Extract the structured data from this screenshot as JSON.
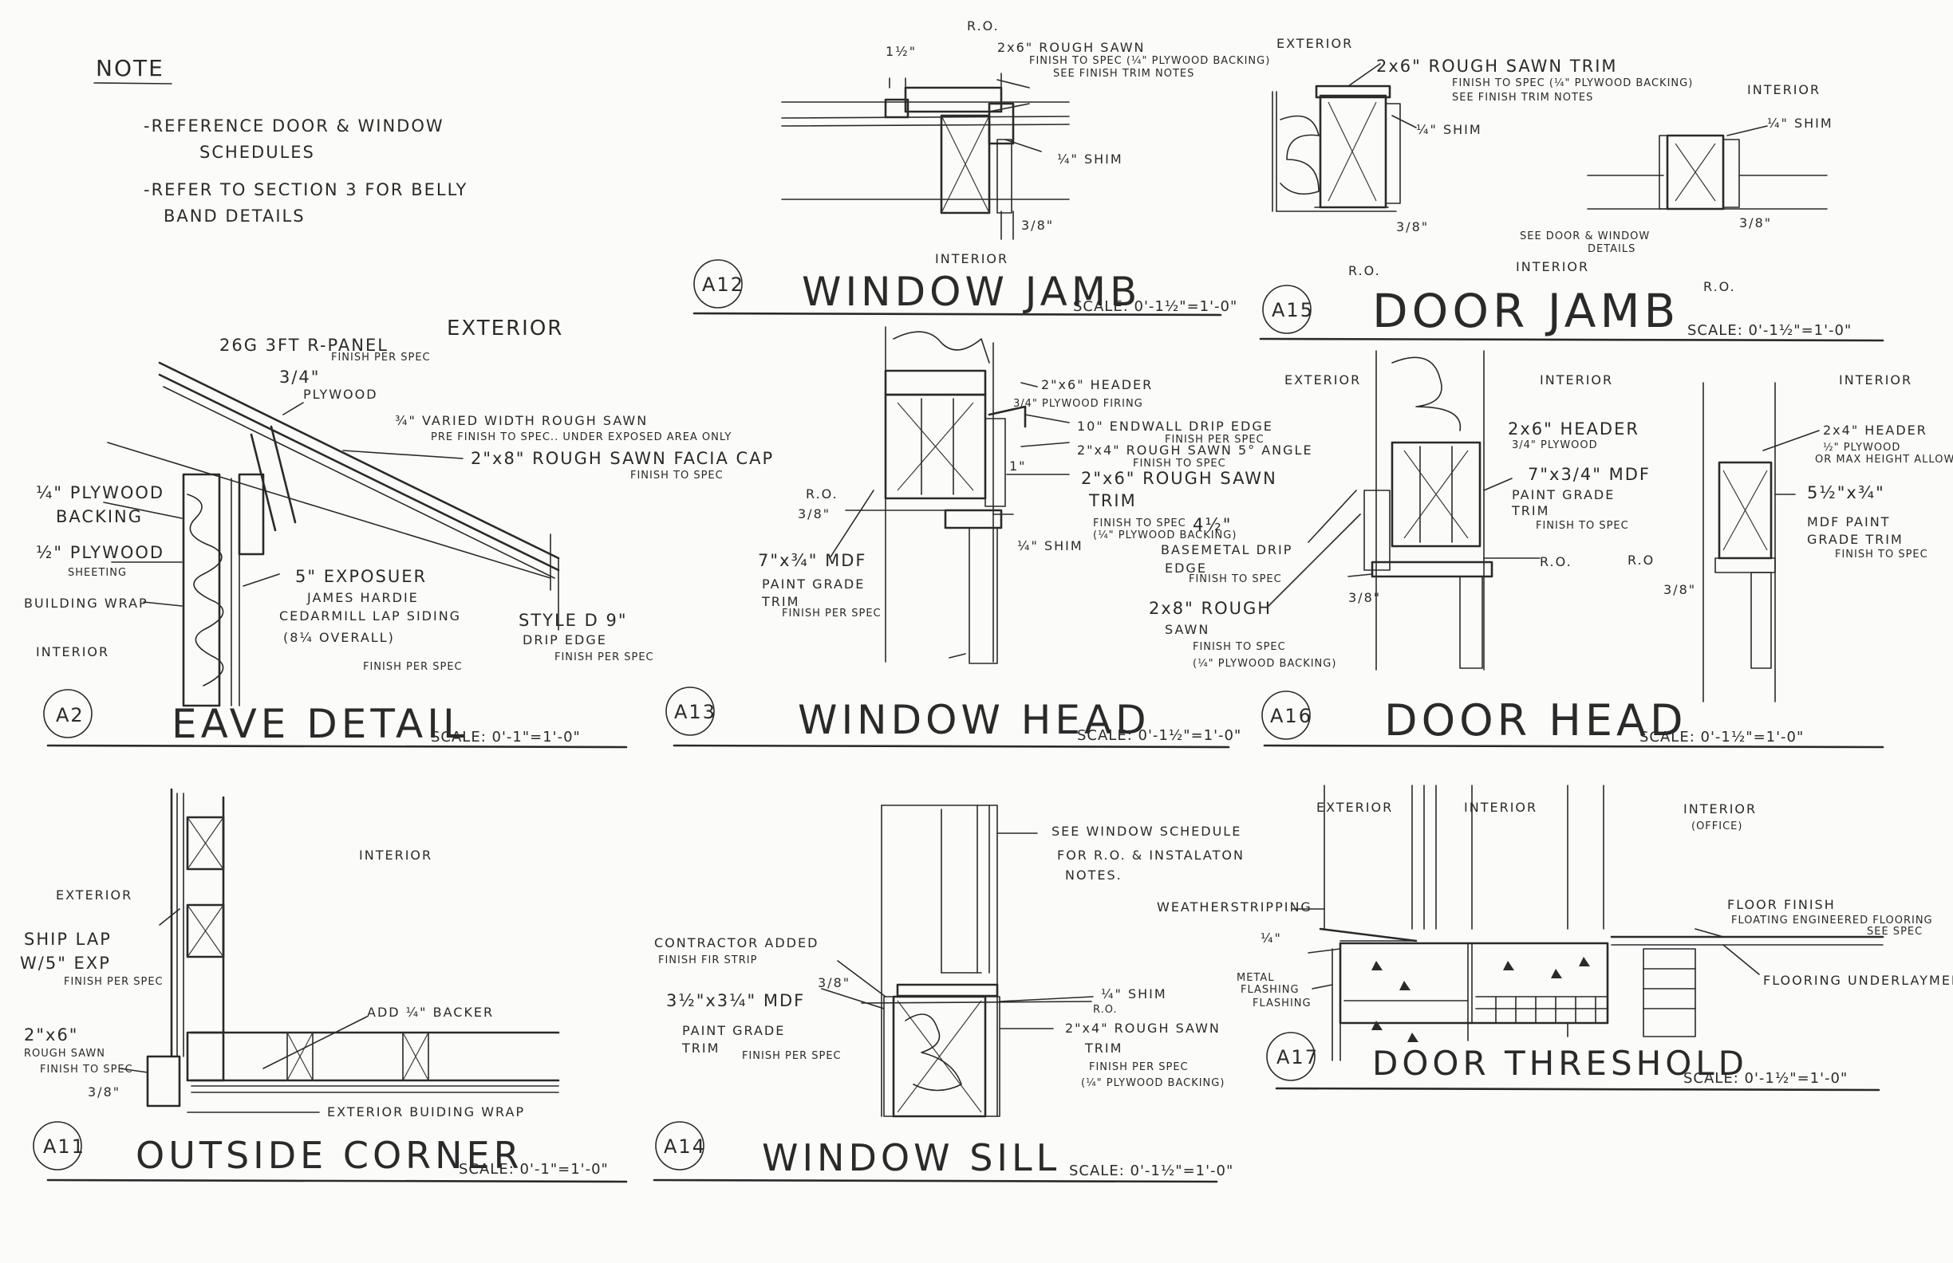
{
  "note": {
    "title": "NOTE",
    "lines": [
      "-REFERENCE DOOR & WINDOW",
      "SCHEDULES",
      "-REFER TO SECTION 3 FOR BELLY",
      "BAND DETAILS"
    ]
  },
  "details": {
    "a12": {
      "tag": "A12",
      "title": "WINDOW JAMB",
      "scale": "SCALE: 0'-1½\"=1'-0\"",
      "labels": {
        "dim": "1½\"",
        "ro": "R.O.",
        "trim": "2x6\" ROUGH SAWN",
        "trim_note1": "FINISH TO SPEC (¼\" PLYWOOD BACKING)",
        "trim_note2": "SEE FINISH TRIM NOTES",
        "shim": "¼\" SHIM",
        "gap": "3/8\"",
        "interior": "INTERIOR"
      }
    },
    "a15": {
      "tag": "A15",
      "title": "DOOR JAMB",
      "scale": "SCALE: 0'-1½\"=1'-0\"",
      "labels": {
        "exterior": "EXTERIOR",
        "trim": "2x6\" ROUGH SAWN TRIM",
        "trim_note1": "FINISH TO SPEC (¼\" PLYWOOD BACKING)",
        "trim_note2": "SEE FINISH TRIM NOTES",
        "shim_left": "¼\" SHIM",
        "interior_top": "INTERIOR",
        "shim_right": "¼\" SHIM",
        "gap_left": "3/8\"",
        "see": "SEE DOOR & WINDOW",
        "see2": "DETAILS",
        "gap_right": "3/8\"",
        "ro_left": "R.O.",
        "interior_bottom": "INTERIOR",
        "ro_right": "R.O."
      }
    },
    "a2": {
      "tag": "A2",
      "title": "EAVE DETAIL",
      "scale": "SCALE: 0'-1\"=1'-0\"",
      "labels": {
        "exterior": "EXTERIOR",
        "panel": "26G 3FT R-PANEL",
        "panel_note": "FINISH PER SPEC",
        "plywood": "3/4\"",
        "plywood2": "PLYWOOD",
        "varied": "¾\" VARIED WIDTH ROUGH SAWN",
        "varied_note": "PRE FINISH TO SPEC.. UNDER EXPOSED AREA ONLY",
        "facia": "2\"x8\" ROUGH SAWN FACIA CAP",
        "facia_note": "FINISH TO SPEC",
        "backing": "¼\" PLYWOOD",
        "backing2": "BACKING",
        "sheeting": "½\" PLYWOOD",
        "sheeting2": "SHEETING",
        "wrap": "BUILDING WRAP",
        "exposure": "5\" EXPOSUER",
        "siding": "JAMES HARDIE",
        "siding2": "CEDARMILL LAP SIDING",
        "siding3": "(8¼ OVERALL)",
        "siding_note": "FINISH PER SPEC",
        "drip": "STYLE D 9\"",
        "drip2": "DRIP EDGE",
        "drip_note": "FINISH PER SPEC",
        "interior": "INTERIOR"
      }
    },
    "a13": {
      "tag": "A13",
      "title": "WINDOW HEAD",
      "scale": "SCALE: 0'-1½\"=1'-0\"",
      "labels": {
        "header": "2\"x6\" HEADER",
        "firing": "3/4\" PLYWOOD FIRING",
        "drip": "10\" ENDWALL DRIP EDGE",
        "drip_note": "FINISH PER SPEC",
        "angle": "2\"x4\" ROUGH SAWN 5° ANGLE",
        "angle_note": "FINISH TO SPEC",
        "sawn": "2\"x6\" ROUGH SAWN",
        "sawn2": "TRIM",
        "sawn_note": "FINISH TO SPEC",
        "sawn_note2": "(¼\" PLYWOOD BACKING)",
        "gap": "1\"",
        "shim": "¼\" SHIM",
        "ro": "R.O.",
        "dim": "3/8\"",
        "mdf": "7\"x¾\" MDF",
        "mdf2": "PAINT GRADE",
        "mdf3": "TRIM",
        "mdf_note": "FINISH PER SPEC"
      }
    },
    "a16": {
      "tag": "A16",
      "title": "DOOR HEAD",
      "scale": "SCALE: 0'-1½\"=1'-0\"",
      "labels": {
        "exterior": "EXTERIOR",
        "interior_mid": "INTERIOR",
        "interior_right": "INTERIOR",
        "header": "2x6\" HEADER",
        "header2": "3/4\" PLYWOOD",
        "mdf": "7\"x3/4\" MDF",
        "mdf2": "PAINT GRADE",
        "mdf3": "TRIM",
        "mdf_note": "FINISH TO SPEC",
        "drip_dim": "4½\"",
        "drip": "BASEMETAL DRIP",
        "drip2": "EDGE",
        "drip_note": "FINISH TO SPEC",
        "ro": "R.O.",
        "rough": "2x8\" ROUGH",
        "rough2": "SAWN",
        "rough_note": "FINISH TO SPEC",
        "rough_note2": "(¼\" PLYWOOD BACKING)",
        "gap": "3/8\"",
        "hdr_r": "2x4\" HEADER",
        "hdr_r2": "½\" PLYWOOD",
        "hdr_r3": "OR MAX HEIGHT ALLOWED",
        "mdf_r": "5½\"x¾\"",
        "mdf_r2": "MDF PAINT",
        "mdf_r3": "GRADE TRIM",
        "mdf_r_note": "FINISH TO SPEC",
        "ro_r": "R.O",
        "gap_r": "3/8\""
      }
    },
    "a11": {
      "tag": "A11",
      "title": "OUTSIDE CORNER",
      "scale": "SCALE: 0'-1\"=1'-0\"",
      "labels": {
        "interior": "INTERIOR",
        "exterior": "EXTERIOR",
        "shiplap": "SHIP LAP",
        "shiplap2": "W/5\" EXP",
        "shiplap_note": "FINISH PER SPEC",
        "backer": "ADD ¼\" BACKER",
        "rough": "2\"x6\"",
        "rough2": "ROUGH SAWN",
        "rough_note": "FINISH TO SPEC",
        "gap": "3/8\"",
        "wrap": "EXTERIOR BUIDING WRAP"
      }
    },
    "a14": {
      "tag": "A14",
      "title": "WINDOW SILL",
      "scale": "SCALE: 0'-1½\"=1'-0\"",
      "labels": {
        "see": "SEE WINDOW SCHEDULE",
        "see2": "FOR R.O. & INSTALATON",
        "see3": "NOTES.",
        "strip": "CONTRACTOR ADDED",
        "strip2": "FINISH FIR STRIP",
        "mdf": "3½\"x3¼\" MDF",
        "mdf2": "PAINT GRADE",
        "mdf3": "TRIM",
        "mdf_note": "FINISH PER SPEC",
        "dim": "3/8\"",
        "shim": "¼\" SHIM",
        "ro": "R.O.",
        "sawn": "2\"x4\" ROUGH SAWN",
        "sawn2": "TRIM",
        "sawn_note": "FINISH PER SPEC",
        "sawn_note2": "(¼\" PLYWOOD BACKING)"
      }
    },
    "a17": {
      "tag": "A17",
      "title": "DOOR THRESHOLD",
      "scale": "SCALE: 0'-1½\"=1'-0\"",
      "labels": {
        "exterior": "EXTERIOR",
        "interior": "INTERIOR",
        "interior_office": "INTERIOR",
        "office": "(OFFICE)",
        "weather": "WEATHERSTRIPPING",
        "dim": "¼\"",
        "flashing": "METAL",
        "flashing2": "FLASHING",
        "flashing3": "FLASHING",
        "floor": "FLOOR FINISH",
        "floor2": "FLOATING ENGINEERED FLOORING",
        "floor3": "SEE SPEC",
        "underlay": "FLOORING UNDERLAYMENT"
      }
    }
  }
}
